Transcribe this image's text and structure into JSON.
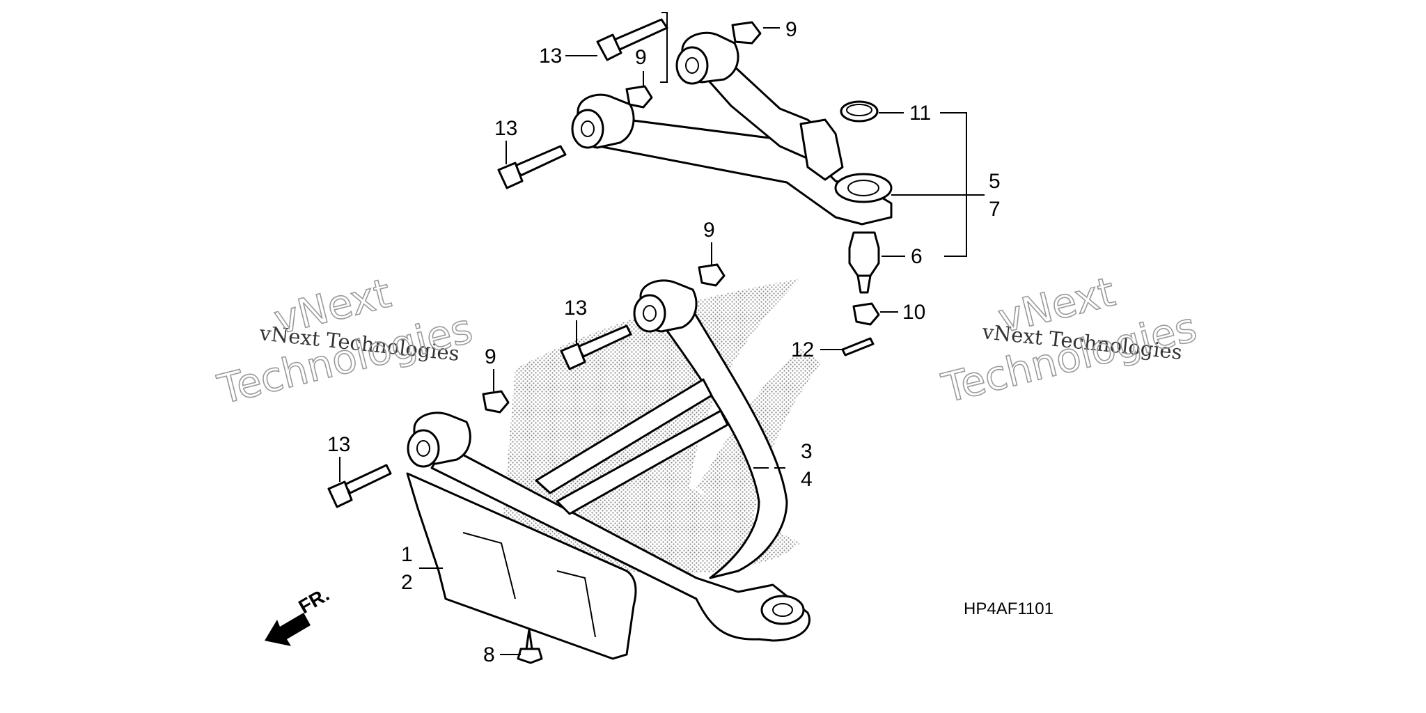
{
  "diagram": {
    "code": "HP4AF1101",
    "direction_label": "FR.",
    "watermark": {
      "small_text": "vNext Technologies",
      "big_line1": "vNext",
      "big_line2": "Technologies"
    },
    "callouts": {
      "c13a": "13",
      "c9a": "9",
      "c9b": "9",
      "c13b": "13",
      "c11": "11",
      "c5": "5",
      "c7": "7",
      "c6": "6",
      "c9c": "9",
      "c10": "10",
      "c13c": "13",
      "c9d": "9",
      "c12": "12",
      "c13d": "13",
      "c3": "3",
      "c4": "4",
      "c1": "1",
      "c2": "2",
      "c8": "8"
    }
  }
}
